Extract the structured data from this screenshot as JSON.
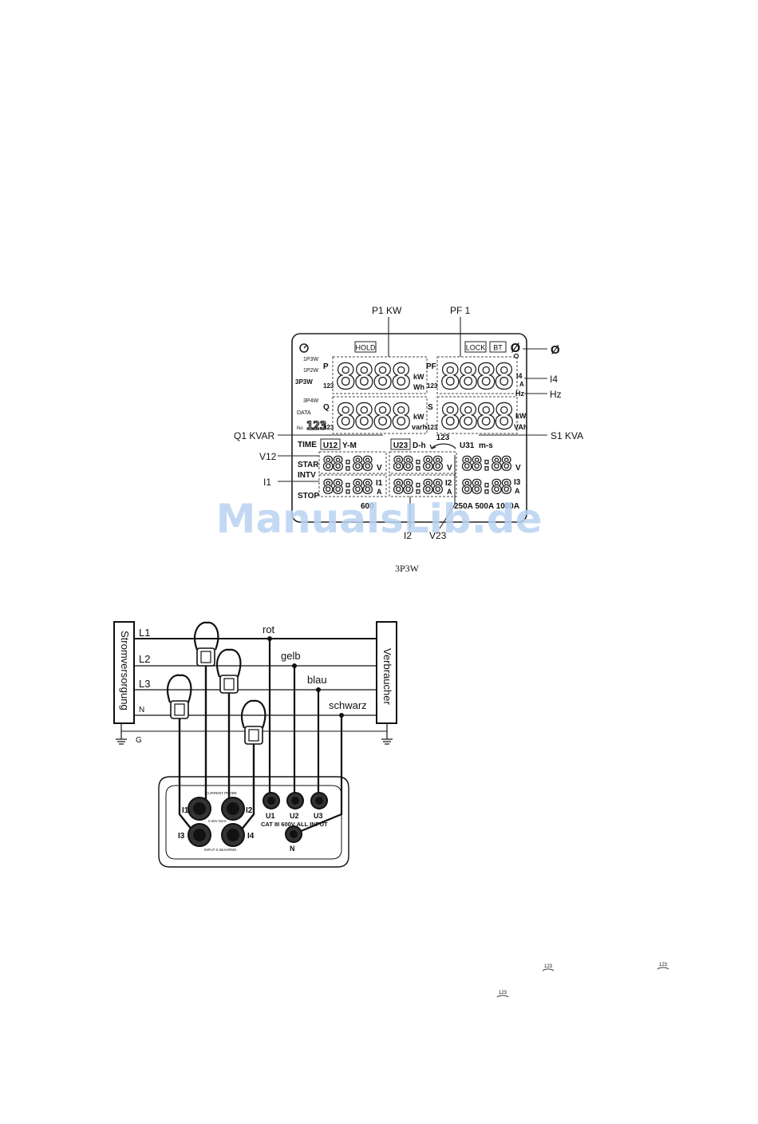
{
  "lcd": {
    "callouts": {
      "p1": "P1 KW",
      "pf1": "PF 1",
      "phi": "Ø",
      "i4": "I4",
      "hz": "Hz",
      "q1": "Q1 KVAR",
      "s1": "S1 KVA",
      "v12": "V12",
      "i1": "I1",
      "i2": "I2",
      "v23": "V23"
    },
    "indicators": {
      "hold": "HOLD",
      "lock": "LOCK",
      "bt": "BT",
      "phi": "Ø",
      "p": "P",
      "pf": "PF",
      "q": "Q",
      "s": "S",
      "n123": "123",
      "kw": "kW",
      "wh": "Wh",
      "kvar": "kW",
      "varh": "varh",
      "kva": "kW",
      "vah": "VAh",
      "i4": "I4",
      "a": "A",
      "hz": "Hz",
      "time": "TIME",
      "u12": "U12",
      "ym": "Y-M",
      "u23": "U23",
      "dh": "D-h",
      "u31": "U31",
      "ms": "m-s",
      "star": "STAR",
      "intv": "INTV",
      "stop": "STOP",
      "v": "V",
      "i1": "I1",
      "i2": "I2",
      "i3": "I3",
      "a600": "600",
      "range": "250A 500A 1000A",
      "left1": "1P3W",
      "left2": "1P2W",
      "left3": "3P3W",
      "left4": "3P4W",
      "left5": "DATA",
      "left6": "No"
    },
    "digits": "8888",
    "small_digits": "88:88"
  },
  "caption": "3P3W",
  "watermark": "ManualsLib.de",
  "wiring": {
    "supply": "Stromversorgung",
    "load": "Verbraucher",
    "lines": [
      "L1",
      "L2",
      "L3",
      "N",
      "G"
    ],
    "wires": [
      "rot",
      "gelb",
      "blau",
      "schwarz"
    ],
    "inputs": {
      "i1": "I1",
      "i2": "I2",
      "i3": "I3",
      "i4": "I4",
      "u1": "U1",
      "u2": "U2",
      "u3": "U3",
      "n": "N",
      "cat": "CAT III 600V ALL INPUT",
      "probe": "CURRENT PROBE",
      "max": "0.35V MAX",
      "input": "INPUT 0.35mVRMS"
    }
  },
  "footer_marks": [
    "123",
    "123",
    "123"
  ],
  "colors": {
    "ink": "#111111",
    "watermark": "#b9d3f2"
  }
}
